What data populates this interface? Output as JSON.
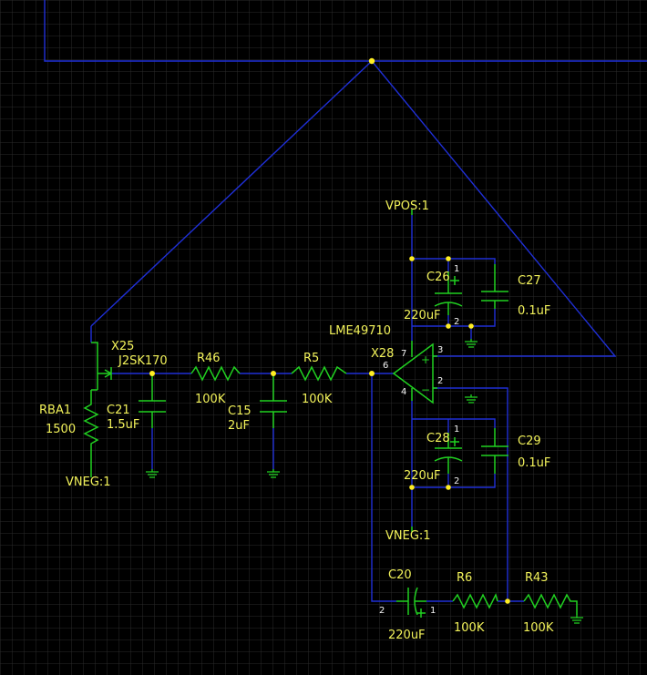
{
  "labels": {
    "vpos": "VPOS:1",
    "vneg_left": "VNEG:1",
    "vneg_mid": "VNEG:1",
    "x25": "X25",
    "j2sk170": "J2SK170",
    "rba1": "RBA1",
    "rba1_val": "1500",
    "c21": "C21",
    "c21_val": "1.5uF",
    "r46": "R46",
    "r46_val": "100K",
    "c15": "C15",
    "c15_val": "2uF",
    "r5": "R5",
    "r5_val": "100K",
    "lme": "LME49710",
    "x28": "X28",
    "c26": "C26",
    "c26_val": "220uF",
    "c27": "C27",
    "c27_val": "0.1uF",
    "c28": "C28",
    "c28_val": "220uF",
    "c29": "C29",
    "c29_val": "0.1uF",
    "c20": "C20",
    "c20_val": "220uF",
    "r6": "R6",
    "r6_val": "100K",
    "r43": "R43",
    "r43_val": "100K"
  },
  "pins": {
    "p7": "7",
    "p3": "3",
    "p6": "6",
    "p2": "2",
    "p4": "4",
    "c20_p2": "2",
    "c20_p1": "1",
    "c26_p1": "1",
    "c26_p2": "2",
    "c28_p1": "1",
    "c28_p2": "2",
    "plus_in": "+",
    "minus_in": "−",
    "c26_plus": "+",
    "c28_plus": "+",
    "c20_plus": "+"
  },
  "colors": {
    "background": "#000000",
    "grid": "#2a2a2a",
    "wire": "#1f2fd6",
    "component": "#21d121",
    "label": "#f2f25a",
    "node": "#ffee22"
  }
}
